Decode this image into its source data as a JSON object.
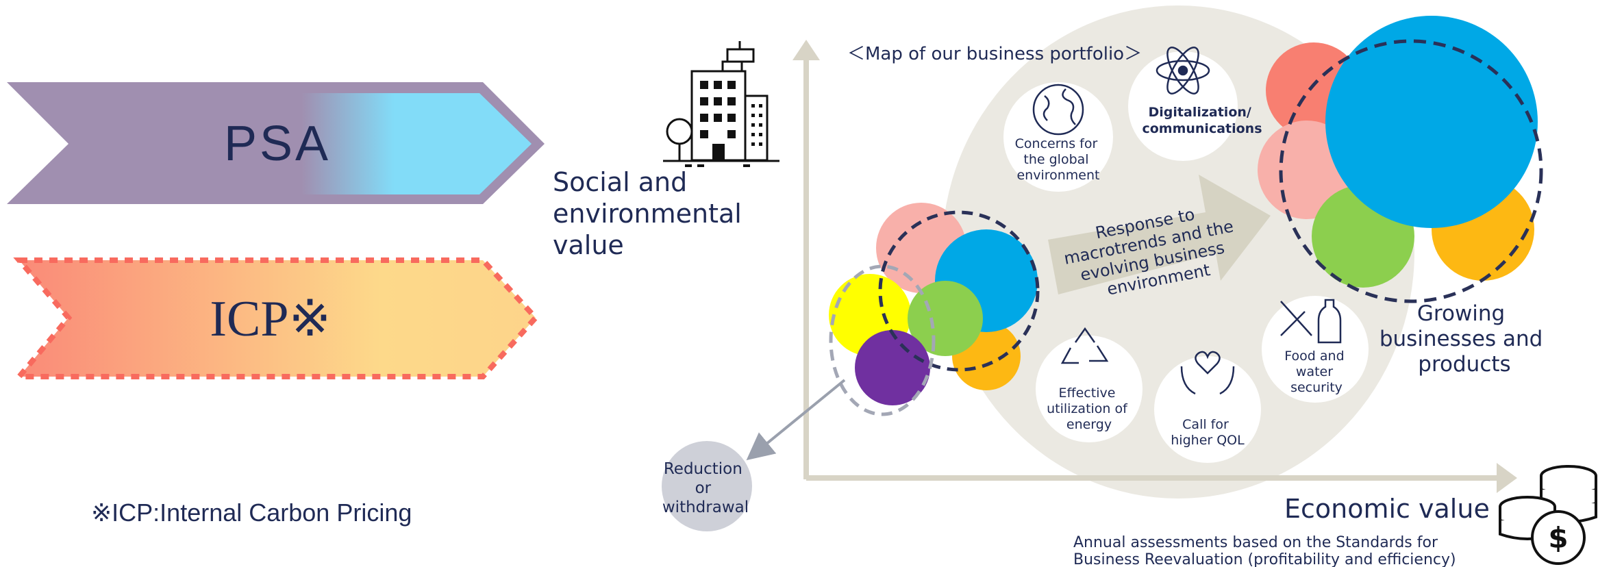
{
  "left_panel": {
    "psa_label": "PSA",
    "icp_label": "ICP※",
    "footnote": "※ICP:Internal Carbon Pricing"
  },
  "diagram": {
    "map_title": "＜Map of our business portfolio＞",
    "y_axis_label": [
      "Social and",
      "environmental",
      "value"
    ],
    "x_axis_label": "Economic value",
    "x_axis_note": [
      "Annual assessments based on the Standards for",
      "Business Reevaluation (profitability and efficiency)"
    ],
    "arrow_text": [
      "Response to",
      "macrotrends and the",
      "evolving business",
      "environment"
    ],
    "growing_label": [
      "Growing",
      "businesses and",
      "products"
    ],
    "reduction_label": [
      "Reduction",
      "or",
      "withdrawal"
    ],
    "themes": {
      "global_environment": [
        "Concerns for",
        "the global",
        "environment"
      ],
      "digitalization": [
        "Digitalization/",
        "communications"
      ],
      "food_water": [
        "Food and",
        "water",
        "security"
      ],
      "energy": [
        "Effective",
        "utilization of",
        "energy"
      ],
      "qol": [
        "Call for",
        "higher QOL"
      ]
    }
  },
  "colors": {
    "navy": "#1f2a55",
    "psa_purple": "#a08fb0",
    "psa_cyan": "#82dcf8",
    "icp_salmon": "#fa8a78",
    "icp_yellow": "#fdd98a",
    "bubble_blue": "#00a8e6",
    "bubble_pink": "#f8b0aa",
    "bubble_salmon": "#f87f71",
    "bubble_green": "#8ccf4e",
    "bubble_orange": "#fdb813",
    "bubble_yellow": "#ffff00",
    "bubble_purple": "#7030a0",
    "axis_beige": "#d8d4c6",
    "backdrop": "#ebe9e2"
  }
}
